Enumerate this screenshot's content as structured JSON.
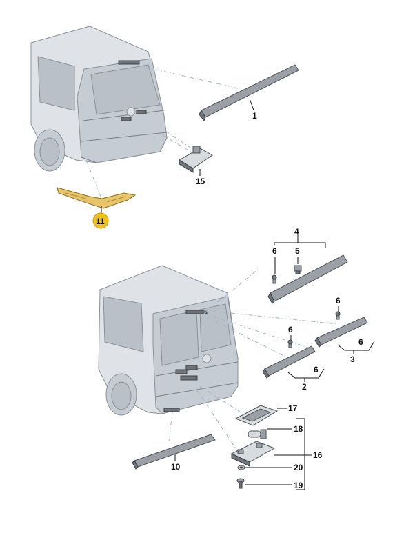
{
  "labels": {
    "p1": "1",
    "p15": "15",
    "p11": "11",
    "p4": "4",
    "p6a": "6",
    "p5": "5",
    "p6b": "6",
    "p6c": "6",
    "p6d": "6",
    "p6e": "6",
    "p3": "3",
    "p2": "2",
    "p17": "17",
    "p18": "18",
    "p16": "16",
    "p20": "20",
    "p19": "19",
    "p10": "10"
  },
  "colors": {
    "highlight_part": "#e8c46a",
    "highlight_badge": "#f0c419"
  }
}
